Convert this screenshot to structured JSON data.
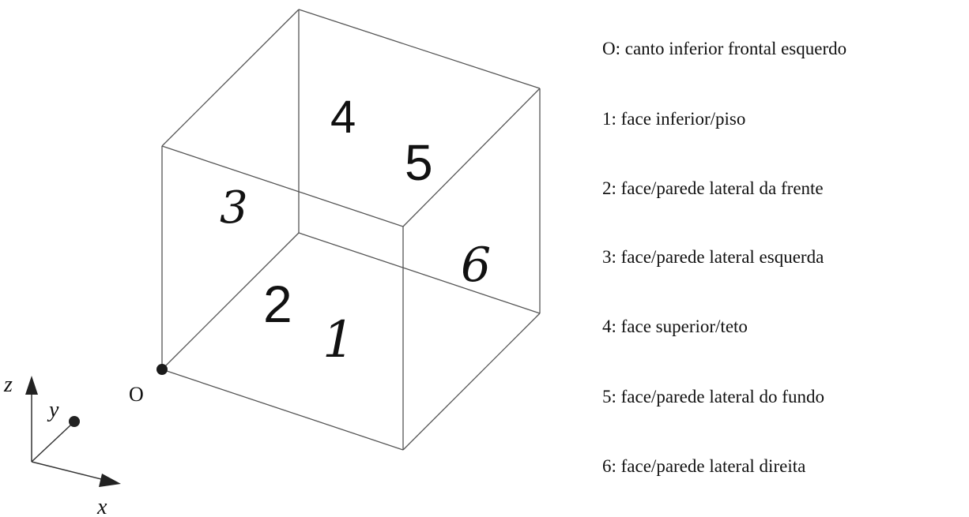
{
  "diagram": {
    "origin_label": "O",
    "axes": {
      "x": "x",
      "y": "y",
      "z": "z"
    },
    "face_numbers": [
      "1",
      "2",
      "3",
      "4",
      "5",
      "6"
    ],
    "legend": [
      "O: canto inferior frontal esquerdo",
      "1: face inferior/piso",
      "2: face/parede lateral da frente",
      "3: face/parede lateral esquerda",
      "4: face superior/teto",
      "5: face/parede lateral do fundo",
      "6: face/parede lateral direita"
    ]
  }
}
